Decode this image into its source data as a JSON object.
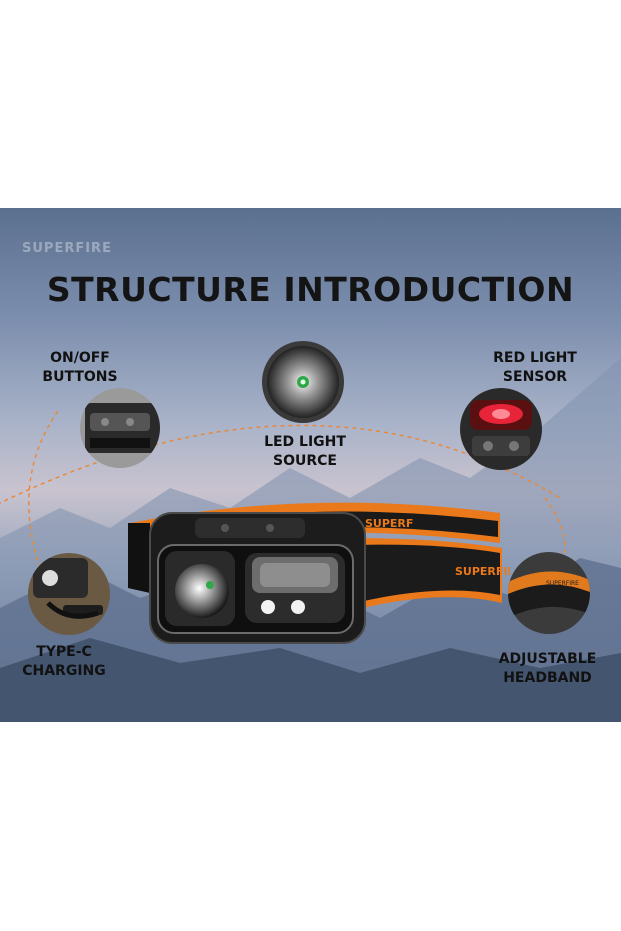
{
  "brand_watermark": "SUPERFIRE",
  "title": "STRUCTURE INTRODUCTION",
  "features": {
    "on_off": {
      "line1": "ON/OFF",
      "line2": "BUTTONS"
    },
    "led": {
      "line1": "LED LIGHT",
      "line2": "SOURCE"
    },
    "red": {
      "line1": "RED LIGHT",
      "line2": "SENSOR"
    },
    "typec": {
      "line1": "TYPE-C",
      "line2": "CHARGING"
    },
    "headband": {
      "line1": "ADJUSTABLE",
      "line2": "HEADBAND"
    }
  },
  "strap_text": "SUPERFIRE",
  "strap_text_back": "SUPERF",
  "colors": {
    "accent": "#f07f1e",
    "dark": "#1a1a1a",
    "sky": "#7d8fae"
  }
}
